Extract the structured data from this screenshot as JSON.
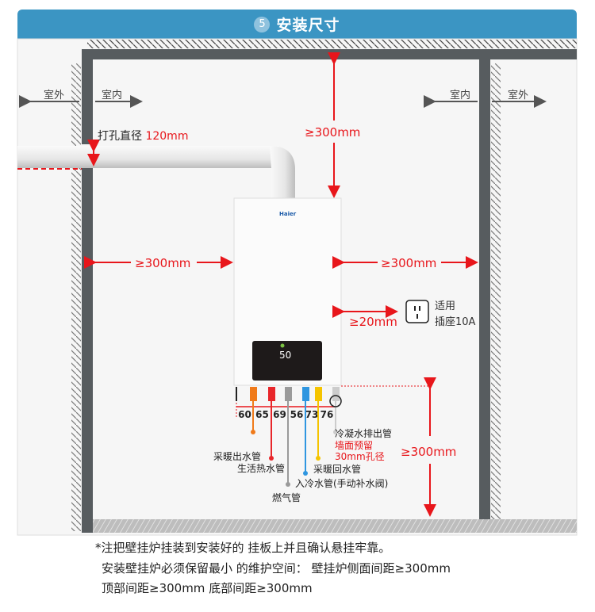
{
  "header": {
    "step": "5",
    "title": "安装尺寸"
  },
  "labels": {
    "outdoor": "室外",
    "indoor": "室内",
    "hole_label": "打孔直径",
    "hole_value": "120mm",
    "top_clearance": "≥300mm",
    "left_clearance": "≥300mm",
    "right_clearance": "≥300mm",
    "socket_clearance": "≥20mm",
    "socket_line1": "适用",
    "socket_line2": "插座10A",
    "bottom_clearance": "≥300mm",
    "brand": "Haier",
    "display": "50"
  },
  "pipe_spacings": [
    "60",
    "65",
    "69",
    "56",
    "73",
    "76"
  ],
  "pipes": [
    {
      "name": "采暖出水管",
      "color": "#f07a1a"
    },
    {
      "name": "生活热水管",
      "color": "#e8262a"
    },
    {
      "name": "燃气管",
      "color": "#9a9a9a"
    },
    {
      "name": "入冷水管(手动补水阀)",
      "color": "#2f96e0"
    },
    {
      "name": "采暖回水管",
      "color": "#f5c400"
    },
    {
      "name": "冷凝水排出管",
      "color": "#cccccc"
    }
  ],
  "condensate_note": [
    "墙面预留",
    "30mm孔径"
  ],
  "notes": [
    "*注把壁挂炉挂装到安装好的 挂板上并且确认悬挂牢靠。",
    "安装壁挂炉必须保留最小 的维护空间： 壁挂炉侧面间距≥300mm",
    "顶部间距≥300mm  底部间距≥300mm"
  ]
}
